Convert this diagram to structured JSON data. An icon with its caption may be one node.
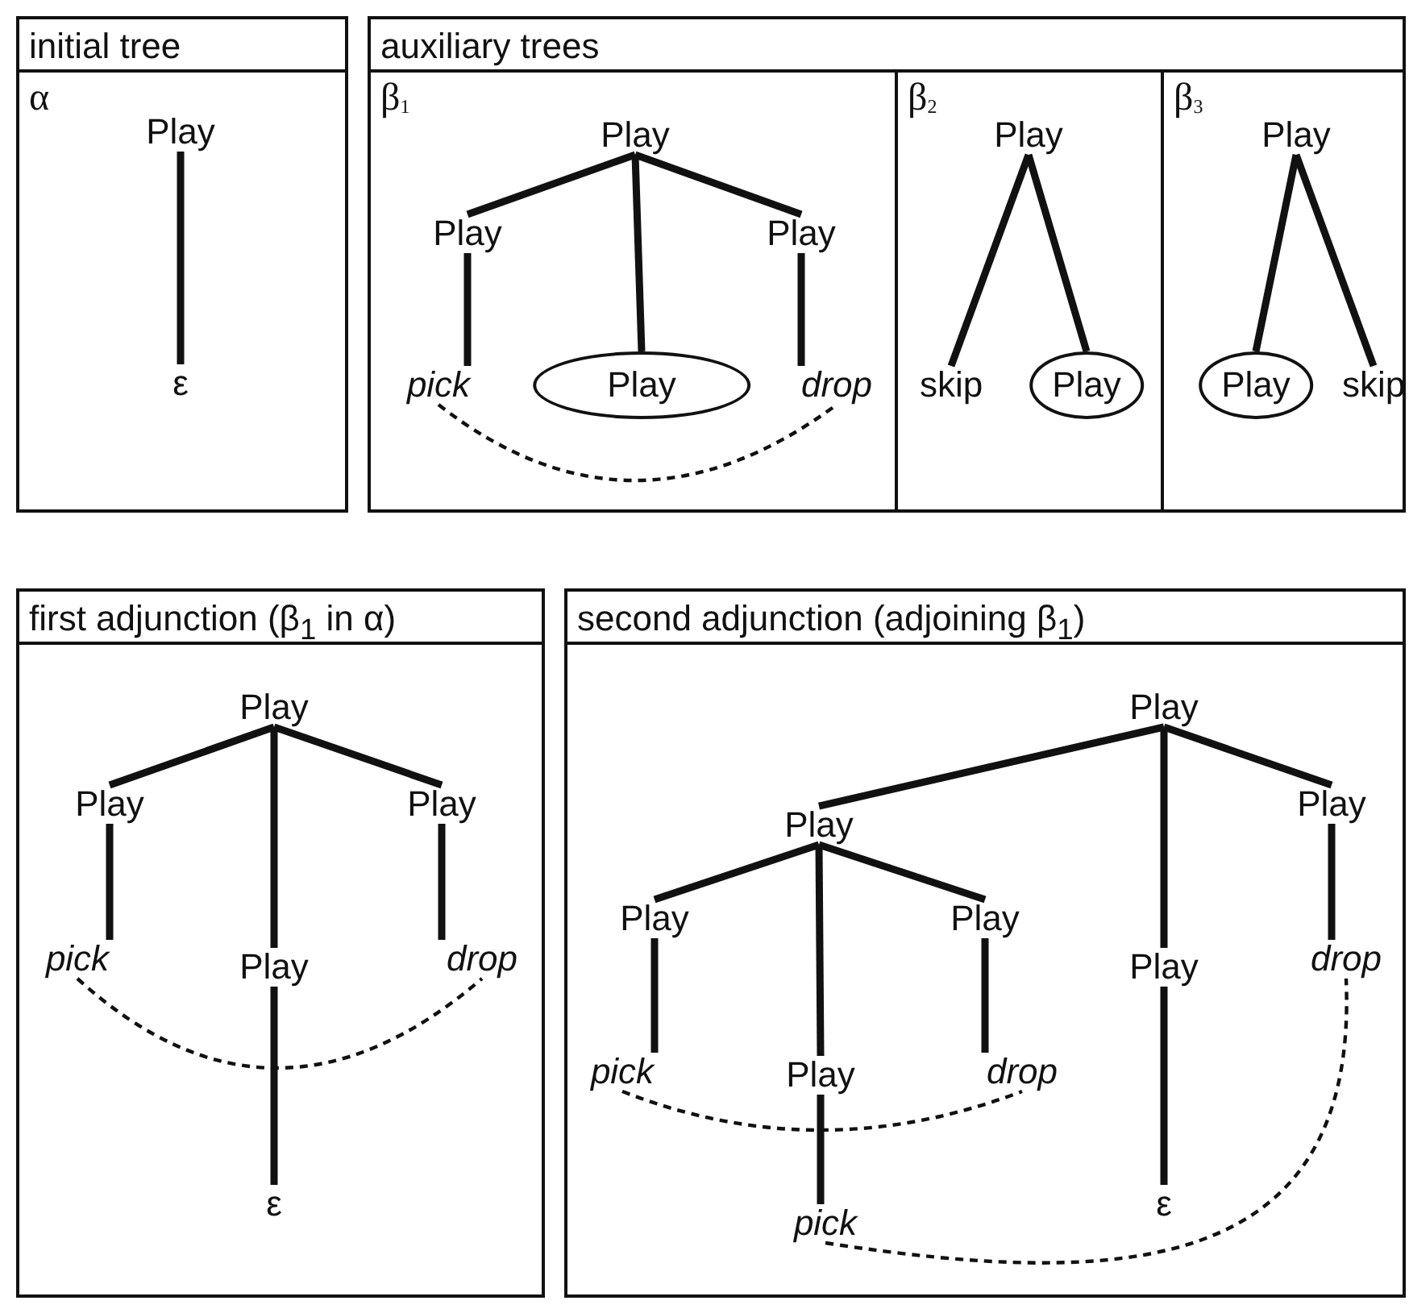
{
  "diagram": {
    "nodes": [
      {
        "text": [
          "initial tree",
          "α"
        ]
      },
      {
        "text": [
          "Play"
        ],
        "in": 0
      },
      {
        "text": [
          "ε"
        ],
        "in": 0
      },
      {
        "text": [
          "auxiliary trees"
        ]
      },
      {
        "text": [
          "β$_{1}$"
        ],
        "in": 3
      },
      {
        "text": [
          "Play"
        ],
        "in": 4
      },
      {
        "text": [
          "Play"
        ],
        "in": 4
      },
      {
        "text": [
          "Play"
        ],
        "in": 4
      },
      {
        "text": [
          "pick"
        ],
        "in": 4
      },
      {
        "text": [
          "Play"
        ],
        "in": 4
      },
      {
        "text": [
          "drop"
        ],
        "in": 4
      },
      {
        "text": [
          "β$_{2}$"
        ],
        "in": 3
      },
      {
        "text": [
          "Play"
        ],
        "in": 11
      },
      {
        "text": [
          "skip"
        ],
        "in": 11
      },
      {
        "text": [
          "Play"
        ],
        "in": 11
      },
      {
        "text": [
          "β$_{3}$"
        ],
        "in": 3
      },
      {
        "text": [
          "Play"
        ],
        "in": 15
      },
      {
        "text": [
          "Play"
        ],
        "in": 15
      },
      {
        "text": [
          "skip"
        ],
        "in": 15
      },
      {
        "text": [
          "first adjunction (β$_{1}$ in α)"
        ]
      },
      {
        "text": [
          "Play"
        ],
        "in": 19
      },
      {
        "text": [
          "Play"
        ],
        "in": 19
      },
      {
        "text": [
          "Play"
        ],
        "in": 19
      },
      {
        "text": [
          "pick"
        ],
        "in": 19
      },
      {
        "text": [
          "Play"
        ],
        "in": 19
      },
      {
        "text": [
          "drop"
        ],
        "in": 19
      },
      {
        "text": [
          "ε"
        ],
        "in": 19
      },
      {
        "text": [
          "second adjunction (adjoining β$_{1}$)"
        ]
      },
      {
        "text": [
          "Play"
        ],
        "in": 27
      },
      {
        "text": [
          "Play"
        ],
        "in": 27
      },
      {
        "text": [
          "Play"
        ],
        "in": 27
      },
      {
        "text": [
          "Play"
        ],
        "in": 27
      },
      {
        "text": [
          "Play"
        ],
        "in": 27
      },
      {
        "text": [
          "pick"
        ],
        "in": 27
      },
      {
        "text": [
          "Play"
        ],
        "in": 27
      },
      {
        "text": [
          "drop"
        ],
        "in": 27
      },
      {
        "text": [
          "Play"
        ],
        "in": 27
      },
      {
        "text": [
          "drop"
        ],
        "in": 27
      },
      {
        "text": [
          "pick"
        ],
        "in": 27
      },
      {
        "text": [
          "ε"
        ],
        "in": 27
      }
    ],
    "edges": [
      {
        "from": 1,
        "to": 2,
        "arrow": "none"
      },
      {
        "from": 5,
        "to": 6,
        "arrow": "none"
      },
      {
        "from": 5,
        "to": 9,
        "arrow": "none"
      },
      {
        "from": 5,
        "to": 7,
        "arrow": "none"
      },
      {
        "from": 6,
        "to": 8,
        "arrow": "none"
      },
      {
        "from": 7,
        "to": 10,
        "arrow": "none"
      },
      {
        "from": 8,
        "to": 10,
        "arrow": "none",
        "style": "dashed"
      },
      {
        "from": 12,
        "to": 13,
        "arrow": "none"
      },
      {
        "from": 12,
        "to": 14,
        "arrow": "none"
      },
      {
        "from": 16,
        "to": 17,
        "arrow": "none"
      },
      {
        "from": 16,
        "to": 18,
        "arrow": "none"
      },
      {
        "from": 20,
        "to": 21,
        "arrow": "none"
      },
      {
        "from": 20,
        "to": 24,
        "arrow": "none"
      },
      {
        "from": 20,
        "to": 22,
        "arrow": "none"
      },
      {
        "from": 21,
        "to": 23,
        "arrow": "none"
      },
      {
        "from": 22,
        "to": 25,
        "arrow": "none"
      },
      {
        "from": 24,
        "to": 26,
        "arrow": "none"
      },
      {
        "from": 23,
        "to": 25,
        "arrow": "none",
        "style": "dashed"
      },
      {
        "from": 28,
        "to": 29,
        "arrow": "none"
      },
      {
        "from": 28,
        "to": 36,
        "arrow": "none"
      },
      {
        "from": 28,
        "to": 30,
        "arrow": "none"
      },
      {
        "from": 29,
        "to": 31,
        "arrow": "none"
      },
      {
        "from": 29,
        "to": 34,
        "arrow": "none"
      },
      {
        "from": 29,
        "to": 32,
        "arrow": "none"
      },
      {
        "from": 31,
        "to": 33,
        "arrow": "none"
      },
      {
        "from": 32,
        "to": 35,
        "arrow": "none"
      },
      {
        "from": 34,
        "to": 38,
        "arrow": "none"
      },
      {
        "from": 36,
        "to": 39,
        "arrow": "none"
      },
      {
        "from": 30,
        "to": 37,
        "arrow": "none"
      },
      {
        "from": 33,
        "to": 35,
        "arrow": "none",
        "style": "dashed"
      },
      {
        "from": 38,
        "to": 37,
        "arrow": "none",
        "style": "dashed"
      }
    ]
  }
}
